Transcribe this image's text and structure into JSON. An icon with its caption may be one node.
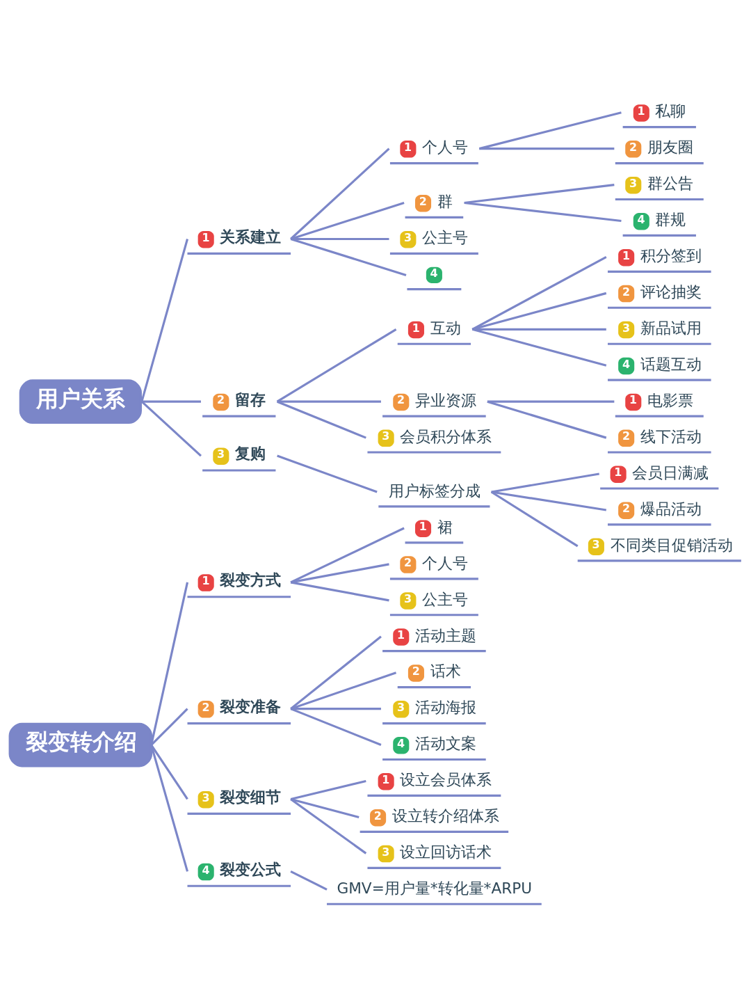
{
  "diagram": {
    "nodes": [
      {
        "text": [
          "用户关系"
        ]
      },
      {
        "text": [
          "1",
          "关系建立"
        ]
      },
      {
        "text": [
          "1",
          "个人号"
        ]
      },
      {
        "text": [
          "1",
          "私聊"
        ]
      },
      {
        "text": [
          "2",
          "朋友圈"
        ]
      },
      {
        "text": [
          "2",
          "群"
        ]
      },
      {
        "text": [
          "3",
          "群公告"
        ]
      },
      {
        "text": [
          "4",
          "群规"
        ]
      },
      {
        "text": [
          "3",
          "公主号"
        ]
      },
      {
        "text": [
          "4"
        ]
      },
      {
        "text": [
          "2",
          "留存"
        ]
      },
      {
        "text": [
          "1",
          "互动"
        ]
      },
      {
        "text": [
          "1",
          "积分签到"
        ]
      },
      {
        "text": [
          "2",
          "评论抽奖"
        ]
      },
      {
        "text": [
          "3",
          "新品试用"
        ]
      },
      {
        "text": [
          "4",
          "话题互动"
        ]
      },
      {
        "text": [
          "2",
          "异业资源"
        ]
      },
      {
        "text": [
          "1",
          "电影票"
        ]
      },
      {
        "text": [
          "2",
          "线下活动"
        ]
      },
      {
        "text": [
          "3",
          "会员积分体系"
        ]
      },
      {
        "text": [
          "3",
          "复购"
        ]
      },
      {
        "text": [
          "用户标签分成"
        ]
      },
      {
        "text": [
          "1",
          "会员日满减"
        ]
      },
      {
        "text": [
          "2",
          "爆品活动"
        ]
      },
      {
        "text": [
          "3",
          "不同类目促销活动"
        ]
      },
      {
        "text": [
          "裂变转介绍"
        ]
      },
      {
        "text": [
          "1",
          "裂变方式"
        ]
      },
      {
        "text": [
          "1",
          "裙"
        ]
      },
      {
        "text": [
          "2",
          "个人号"
        ]
      },
      {
        "text": [
          "3",
          "公主号"
        ]
      },
      {
        "text": [
          "2",
          "裂变准备"
        ]
      },
      {
        "text": [
          "1",
          "活动主题"
        ]
      },
      {
        "text": [
          "2",
          "话术"
        ]
      },
      {
        "text": [
          "3",
          "活动海报"
        ]
      },
      {
        "text": [
          "4",
          "活动文案"
        ]
      },
      {
        "text": [
          "3",
          "裂变细节"
        ]
      },
      {
        "text": [
          "1",
          "设立会员体系"
        ]
      },
      {
        "text": [
          "2",
          "设立转介绍体系"
        ]
      },
      {
        "text": [
          "3",
          "设立回访话术"
        ]
      },
      {
        "text": [
          "4",
          "裂变公式"
        ]
      },
      {
        "text": [
          "GMV=用户量*转化量*ARPU"
        ]
      }
    ],
    "edges": [
      {
        "from": 0,
        "to": 1,
        "arrow": "none"
      },
      {
        "from": 1,
        "to": 2,
        "arrow": "none"
      },
      {
        "from": 2,
        "to": 3,
        "arrow": "none"
      },
      {
        "from": 2,
        "to": 4,
        "arrow": "none"
      },
      {
        "from": 1,
        "to": 5,
        "arrow": "none"
      },
      {
        "from": 5,
        "to": 6,
        "arrow": "none"
      },
      {
        "from": 5,
        "to": 7,
        "arrow": "none"
      },
      {
        "from": 1,
        "to": 8,
        "arrow": "none"
      },
      {
        "from": 1,
        "to": 9,
        "arrow": "none"
      },
      {
        "from": 0,
        "to": 10,
        "arrow": "none"
      },
      {
        "from": 10,
        "to": 11,
        "arrow": "none"
      },
      {
        "from": 11,
        "to": 12,
        "arrow": "none"
      },
      {
        "from": 11,
        "to": 13,
        "arrow": "none"
      },
      {
        "from": 11,
        "to": 14,
        "arrow": "none"
      },
      {
        "from": 11,
        "to": 15,
        "arrow": "none"
      },
      {
        "from": 10,
        "to": 16,
        "arrow": "none"
      },
      {
        "from": 16,
        "to": 17,
        "arrow": "none"
      },
      {
        "from": 16,
        "to": 18,
        "arrow": "none"
      },
      {
        "from": 10,
        "to": 19,
        "arrow": "none"
      },
      {
        "from": 0,
        "to": 20,
        "arrow": "none"
      },
      {
        "from": 20,
        "to": 21,
        "arrow": "none"
      },
      {
        "from": 21,
        "to": 22,
        "arrow": "none"
      },
      {
        "from": 21,
        "to": 23,
        "arrow": "none"
      },
      {
        "from": 21,
        "to": 24,
        "arrow": "none"
      },
      {
        "from": 25,
        "to": 26,
        "arrow": "none"
      },
      {
        "from": 26,
        "to": 27,
        "arrow": "none"
      },
      {
        "from": 26,
        "to": 28,
        "arrow": "none"
      },
      {
        "from": 26,
        "to": 29,
        "arrow": "none"
      },
      {
        "from": 25,
        "to": 30,
        "arrow": "none"
      },
      {
        "from": 30,
        "to": 31,
        "arrow": "none"
      },
      {
        "from": 30,
        "to": 32,
        "arrow": "none"
      },
      {
        "from": 30,
        "to": 33,
        "arrow": "none"
      },
      {
        "from": 30,
        "to": 34,
        "arrow": "none"
      },
      {
        "from": 25,
        "to": 35,
        "arrow": "none"
      },
      {
        "from": 35,
        "to": 36,
        "arrow": "none"
      },
      {
        "from": 35,
        "to": 37,
        "arrow": "none"
      },
      {
        "from": 35,
        "to": 38,
        "arrow": "none"
      },
      {
        "from": 25,
        "to": 39,
        "arrow": "none"
      },
      {
        "from": 39,
        "to": 40,
        "arrow": "none"
      }
    ]
  }
}
